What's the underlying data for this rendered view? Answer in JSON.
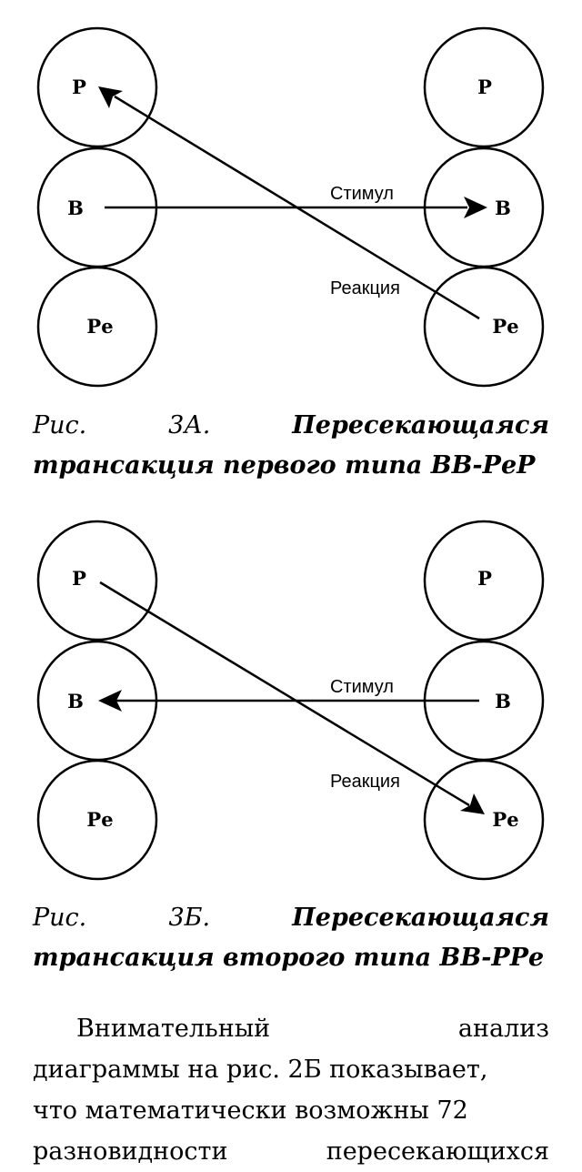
{
  "figure_a": {
    "left": {
      "top": "Р",
      "middle": "В",
      "bottom": "Ре"
    },
    "right": {
      "top": "Р",
      "middle": "В",
      "bottom": "Ре"
    },
    "stimulus_label": "Стимул",
    "reaction_label": "Реакция"
  },
  "caption_a": {
    "prefix": "Рис.",
    "number": "3А.",
    "title_part1": "Пересекающаяся",
    "title_part2": "трансакция первого типа ВВ-РеР"
  },
  "figure_b": {
    "left": {
      "top": "Р",
      "middle": "В",
      "bottom": "Ре"
    },
    "right": {
      "top": "Р",
      "middle": "В",
      "bottom": "Ре"
    },
    "stimulus_label": "Стимул",
    "reaction_label": "Реакция"
  },
  "caption_b": {
    "prefix": "Рис.",
    "number": "3Б.",
    "title_part1": "Пересекающаяся",
    "title_part2": "трансакция второго типа ВВ-РРе"
  },
  "body": {
    "line1_a": "Внимательный",
    "line1_b": "анализ",
    "line2": "диаграммы на рис. 2Б показывает,",
    "line3": "что математически возможны 72",
    "line4_a": "разновидности",
    "line4_b": "пересекающихся"
  }
}
